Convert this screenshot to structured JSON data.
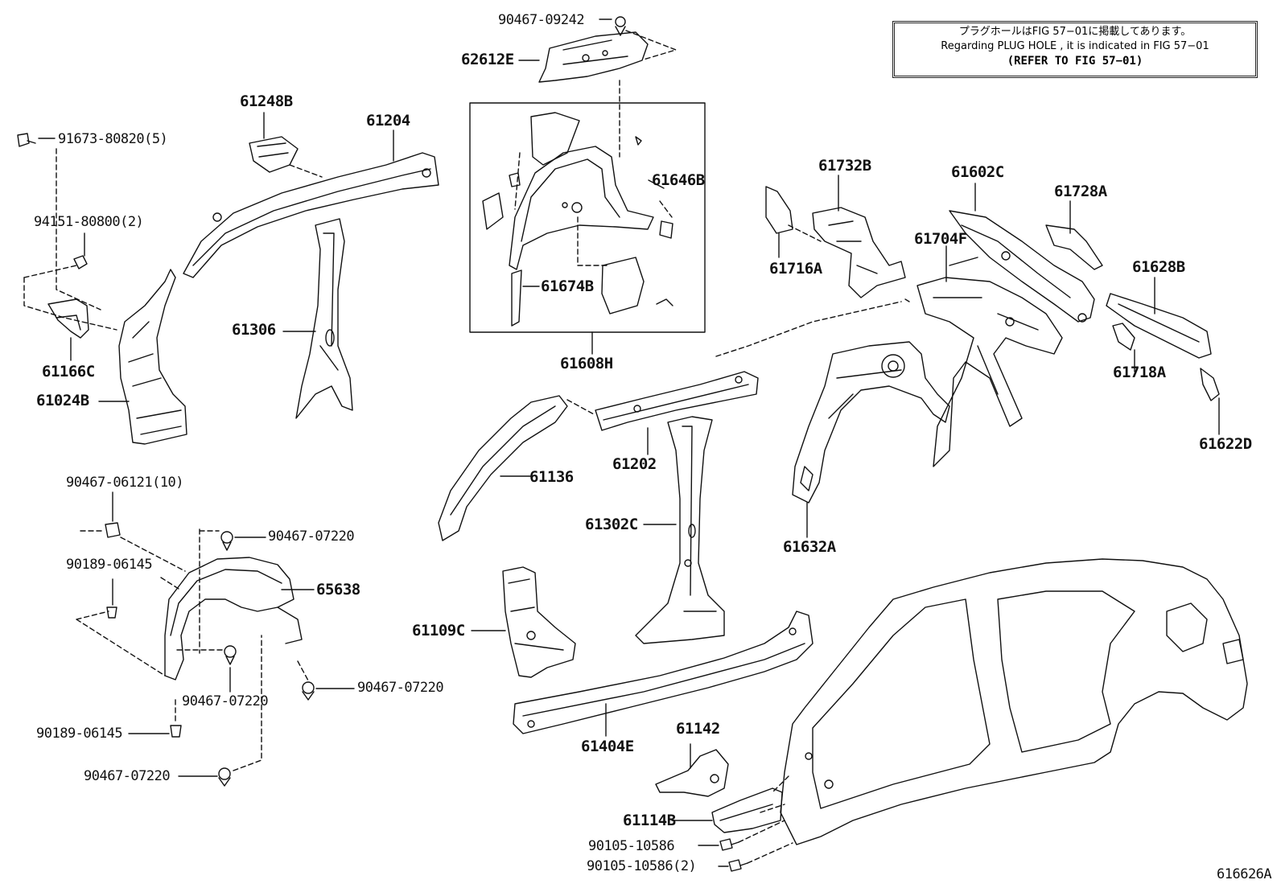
{
  "note": {
    "line1": "プラグホールはFIG 57−01に掲載してあります。",
    "line2": "Regarding  PLUG  HOLE , it is indicated in FIG  57−01",
    "line3": "(REFER TO FIG 57−01)"
  },
  "figure_id": "616626A",
  "parts": {
    "p90467_09242": "90467-09242",
    "p62612E": "62612E",
    "p61248B": "61248B",
    "p61204": "61204",
    "p91673_80820": "91673-80820(5)",
    "p94151_80800": "94151-80800(2)",
    "p61166C": "61166C",
    "p61024B": "61024B",
    "p61306": "61306",
    "p61646B": "61646B",
    "p61674B": "61674B",
    "p61608H": "61608H",
    "p61732B": "61732B",
    "p61602C": "61602C",
    "p61728A": "61728A",
    "p61716A": "61716A",
    "p61704F": "61704F",
    "p61628B": "61628B",
    "p61718A": "61718A",
    "p61622D": "61622D",
    "p90467_06121": "90467-06121(10)",
    "p90467_07220a": "90467-07220",
    "p90189_06145a": "90189-06145",
    "p65638": "65638",
    "p90467_07220b": "90467-07220",
    "p90467_07220c": "90467-07220",
    "p90189_06145b": "90189-06145",
    "p90467_07220d": "90467-07220",
    "p61136": "61136",
    "p61202": "61202",
    "p61302C": "61302C",
    "p61632A": "61632A",
    "p61109C": "61109C",
    "p61404E": "61404E",
    "p61142": "61142",
    "p61114B": "61114B",
    "p90105_10586a": "90105-10586",
    "p90105_10586b": "90105-10586(2)"
  }
}
